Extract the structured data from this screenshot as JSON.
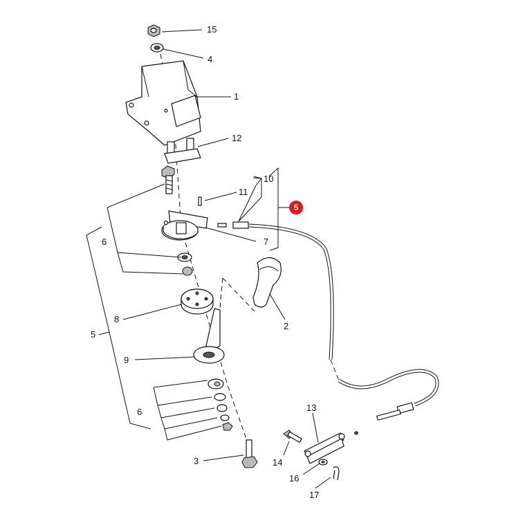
{
  "callouts": [
    {
      "id": "c15",
      "text": "15"
    },
    {
      "id": "c4",
      "text": "4"
    },
    {
      "id": "c1",
      "text": "1"
    },
    {
      "id": "c12",
      "text": "12"
    },
    {
      "id": "c10",
      "text": "10"
    },
    {
      "id": "c11",
      "text": "11"
    },
    {
      "id": "c5r",
      "text": "5"
    },
    {
      "id": "c6a",
      "text": "6"
    },
    {
      "id": "c7",
      "text": "7"
    },
    {
      "id": "c2",
      "text": "2"
    },
    {
      "id": "c8",
      "text": "8"
    },
    {
      "id": "c5",
      "text": "5"
    },
    {
      "id": "c9",
      "text": "9"
    },
    {
      "id": "c6b",
      "text": "6"
    },
    {
      "id": "c13",
      "text": "13"
    },
    {
      "id": "c14",
      "text": "14"
    },
    {
      "id": "c3",
      "text": "3"
    },
    {
      "id": "c16",
      "text": "16"
    },
    {
      "id": "c17",
      "text": "17"
    }
  ],
  "highlight": {
    "text": "5",
    "color": "#e8141c"
  },
  "colors": {
    "ink": "#111111",
    "background": "#ffffff"
  }
}
